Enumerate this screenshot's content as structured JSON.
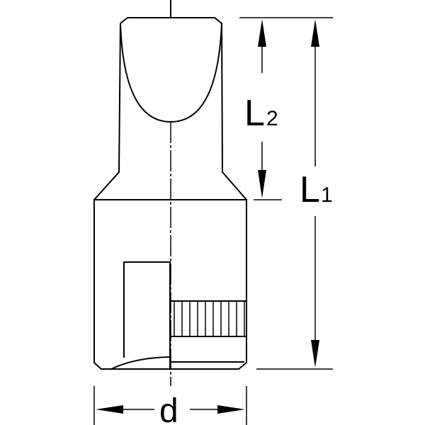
{
  "labels": {
    "l2": "L",
    "l2_sub": "2",
    "l1": "L",
    "l1_sub": "1",
    "d": "d"
  },
  "colors": {
    "stroke": "#000000",
    "background": "#ffffff"
  }
}
